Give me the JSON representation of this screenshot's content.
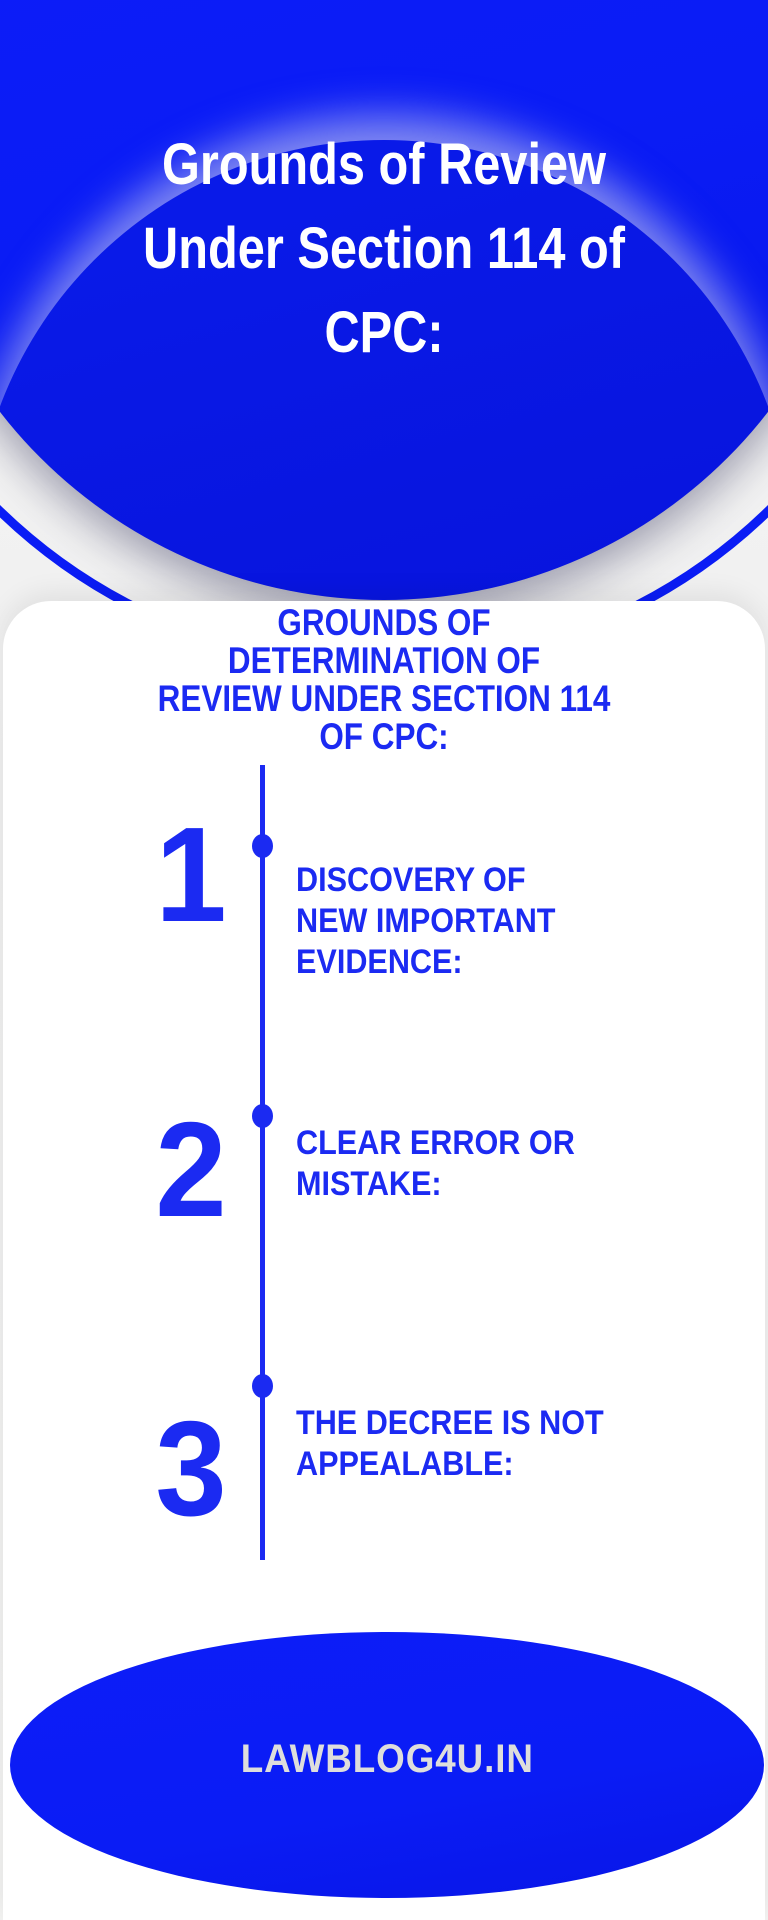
{
  "colors": {
    "accent_blue": "#0a1cf5",
    "text_blue": "#1b2af2",
    "title_white": "#ffffff",
    "brand_gray": "#dededc",
    "card_white": "#ffffff",
    "background_gray": "#f2f2f1"
  },
  "header": {
    "title_lines": [
      "Grounds of Review",
      "Under Section 114 of",
      "CPC:"
    ]
  },
  "card": {
    "heading_lines": [
      "GROUNDS OF",
      "DETERMINATION OF",
      "REVIEW UNDER SECTION 114",
      "OF CPC:"
    ],
    "items": [
      {
        "number": "1",
        "title_lines": [
          "DISCOVERY OF",
          "NEW IMPORTANT",
          "EVIDENCE:"
        ]
      },
      {
        "number": "2",
        "title_lines": [
          "CLEAR ERROR OR",
          "MISTAKE:"
        ]
      },
      {
        "number": "3",
        "title_lines": [
          "THE DECREE IS NOT",
          "APPEALABLE:"
        ]
      }
    ]
  },
  "footer": {
    "brand": "LAWBLOG4U.IN"
  }
}
